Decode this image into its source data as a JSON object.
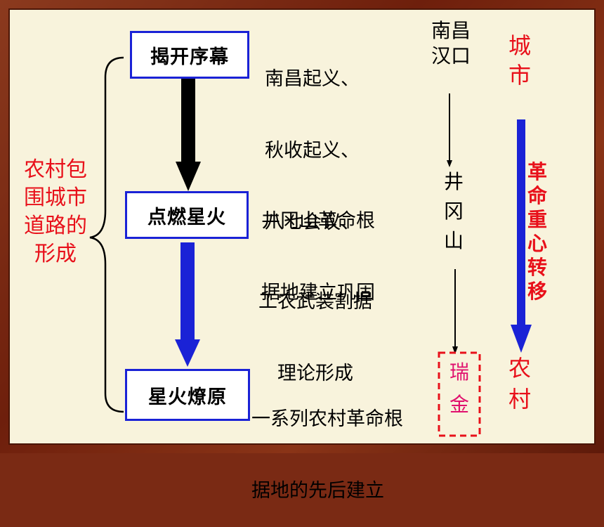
{
  "left_title": {
    "lines": [
      "农村包",
      "围城市",
      "道路的",
      "形成"
    ]
  },
  "stages": [
    {
      "label": "揭开序幕"
    },
    {
      "label": "点燃星火"
    },
    {
      "label": "星火燎原"
    }
  ],
  "events": {
    "stage1": [
      "南昌起义、",
      "秋收起义、",
      "八七会议、"
    ],
    "stage2a": [
      "井冈山革命根",
      "据地建立巩固"
    ],
    "stage2b": [
      "工农武装割据",
      "理论形成"
    ],
    "stage3": [
      "一系列农村革命根",
      "据地的先后建立"
    ]
  },
  "places": {
    "p1": [
      "南昌",
      "汉口"
    ],
    "p2": [
      "井",
      "冈",
      "山"
    ],
    "p3": [
      "瑞",
      "金"
    ]
  },
  "shift": {
    "top": [
      "城",
      "市"
    ],
    "label": [
      "革",
      "命",
      "重",
      "心",
      "转",
      "移"
    ],
    "bottom": [
      "农",
      "村"
    ]
  },
  "colors": {
    "red": "#e8101a",
    "blue": "#1a22d6",
    "magenta": "#e0106e",
    "black": "#000000"
  }
}
